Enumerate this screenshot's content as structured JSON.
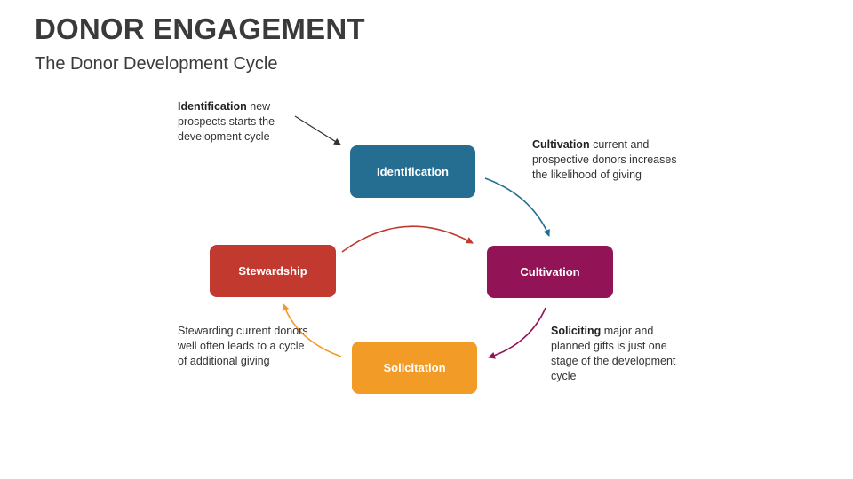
{
  "header": {
    "title": "DONOR ENGAGEMENT",
    "subtitle": "The Donor Development Cycle"
  },
  "nodes": {
    "identification": {
      "label": "Identification",
      "color": "#256e92"
    },
    "cultivation": {
      "label": "Cultivation",
      "color": "#921456"
    },
    "solicitation": {
      "label": "Solicitation",
      "color": "#f29b26"
    },
    "stewardship": {
      "label": "Stewardship",
      "color": "#c2392f"
    }
  },
  "notes": {
    "identification": {
      "bold": "Identification",
      "text": " new prospects starts the development cycle"
    },
    "cultivation": {
      "bold": "Cultivation",
      "text": " current and prospective donors increases the likelihood of giving"
    },
    "solicitation": {
      "bold": "Soliciting",
      "text": " major and planned gifts is just one stage of the development cycle"
    },
    "stewardship": {
      "bold": "",
      "text": "Stewarding current donors well often leads to a cycle of additional giving"
    }
  },
  "arrow_colors": {
    "pointer": "#333333",
    "identification_to_cultivation": "#256e92",
    "cultivation_to_solicitation": "#921456",
    "solicitation_to_stewardship": "#f29b26",
    "stewardship_to_identification": "#c2392f"
  }
}
